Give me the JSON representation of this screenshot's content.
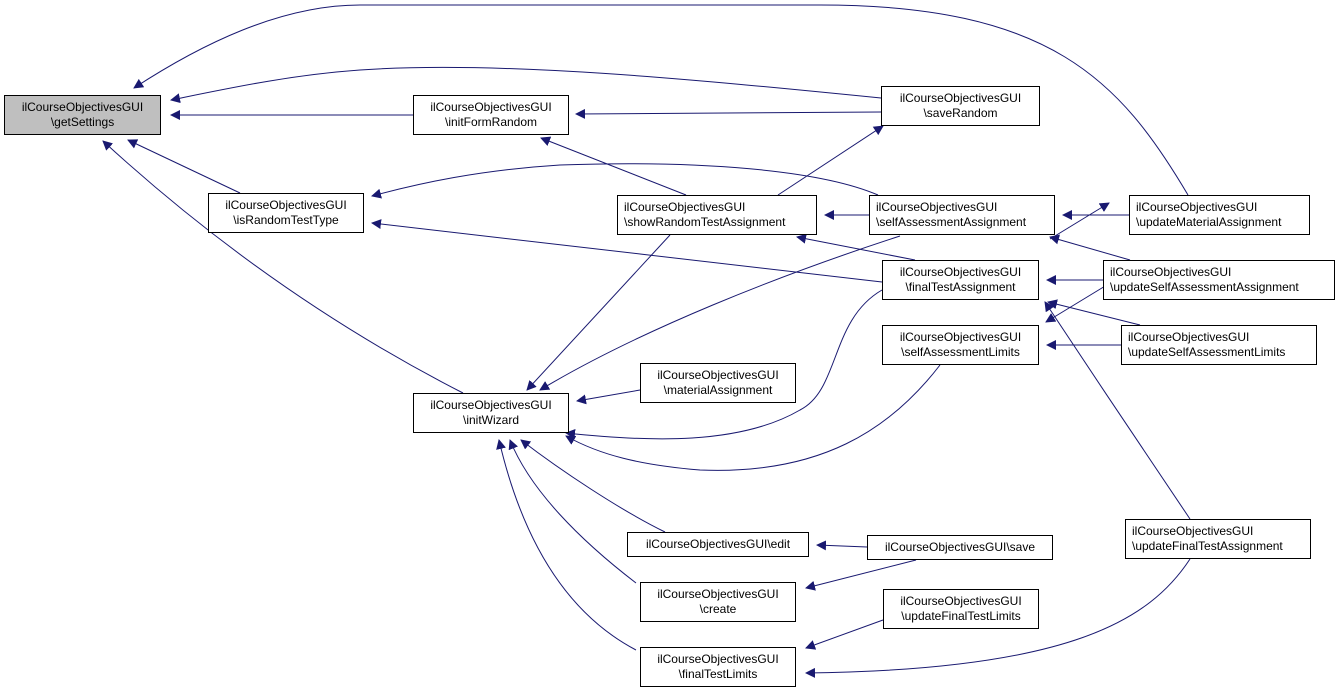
{
  "graph": {
    "title": "Caller graph of ilCourseObjectivesGUI::getSettings",
    "edge_color": "#191970",
    "root_fill": "#bfbfbf",
    "node_fill": "#ffffff",
    "nodes": {
      "getSettings": {
        "line1": "ilCourseObjectivesGUI",
        "line2": "\\getSettings"
      },
      "initFormRandom": {
        "line1": "ilCourseObjectivesGUI",
        "line2": "\\initFormRandom"
      },
      "saveRandom": {
        "line1": "ilCourseObjectivesGUI",
        "line2": "\\saveRandom"
      },
      "isRandomTestType": {
        "line1": "ilCourseObjectivesGUI",
        "line2": "\\isRandomTestType"
      },
      "showRandomTestAssignment": {
        "line1": "ilCourseObjectivesGUI",
        "line2": "\\showRandomTestAssignment"
      },
      "selfAssessmentAssignment": {
        "line1": "ilCourseObjectivesGUI",
        "line2": "\\selfAssessmentAssignment"
      },
      "updateMaterialAssignment": {
        "line1": "ilCourseObjectivesGUI",
        "line2": "\\updateMaterialAssignment"
      },
      "finalTestAssignment": {
        "line1": "ilCourseObjectivesGUI",
        "line2": "\\finalTestAssignment"
      },
      "updateSelfAssessmentAssignment": {
        "line1": "ilCourseObjectivesGUI",
        "line2": "\\updateSelfAssessmentAssignment"
      },
      "selfAssessmentLimits": {
        "line1": "ilCourseObjectivesGUI",
        "line2": "\\selfAssessmentLimits"
      },
      "updateSelfAssessmentLimits": {
        "line1": "ilCourseObjectivesGUI",
        "line2": "\\updateSelfAssessmentLimits"
      },
      "initWizard": {
        "line1": "ilCourseObjectivesGUI",
        "line2": "\\initWizard"
      },
      "materialAssignment": {
        "line1": "ilCourseObjectivesGUI",
        "line2": "\\materialAssignment"
      },
      "edit": {
        "line1": "ilCourseObjectivesGUI\\edit"
      },
      "save": {
        "line1": "ilCourseObjectivesGUI\\save"
      },
      "create": {
        "line1": "ilCourseObjectivesGUI",
        "line2": "\\create"
      },
      "updateFinalTestAssignment": {
        "line1": "ilCourseObjectivesGUI",
        "line2": "\\updateFinalTestAssignment"
      },
      "updateFinalTestLimits": {
        "line1": "ilCourseObjectivesGUI",
        "line2": "\\updateFinalTestLimits"
      },
      "finalTestLimits": {
        "line1": "ilCourseObjectivesGUI",
        "line2": "\\finalTestLimits"
      }
    },
    "edges": [
      {
        "from": "updateMaterialAssignment",
        "to": "getSettings"
      },
      {
        "from": "saveRandom",
        "to": "getSettings"
      },
      {
        "from": "initFormRandom",
        "to": "getSettings"
      },
      {
        "from": "isRandomTestType",
        "to": "getSettings"
      },
      {
        "from": "initWizard",
        "to": "getSettings"
      },
      {
        "from": "saveRandom",
        "to": "initFormRandom"
      },
      {
        "from": "showRandomTestAssignment",
        "to": "initFormRandom"
      },
      {
        "from": "selfAssessmentAssignment",
        "to": "isRandomTestType"
      },
      {
        "from": "finalTestAssignment",
        "to": "isRandomTestType"
      },
      {
        "from": "initWizard",
        "to": "isRandomTestType"
      },
      {
        "from": "saveRandom",
        "to": "showRandomTestAssignment"
      },
      {
        "from": "selfAssessmentAssignment",
        "to": "showRandomTestAssignment"
      },
      {
        "from": "finalTestAssignment",
        "to": "showRandomTestAssignment"
      },
      {
        "from": "updateMaterialAssignment",
        "to": "selfAssessmentAssignment"
      },
      {
        "from": "updateSelfAssessmentAssignment",
        "to": "selfAssessmentAssignment"
      },
      {
        "from": "updateMaterialAssignment",
        "to": "finalTestAssignment"
      },
      {
        "from": "updateSelfAssessmentAssignment",
        "to": "finalTestAssignment"
      },
      {
        "from": "updateSelfAssessmentLimits",
        "to": "finalTestAssignment"
      },
      {
        "from": "updateFinalTestAssignment",
        "to": "finalTestAssignment"
      },
      {
        "from": "updateSelfAssessmentAssignment",
        "to": "selfAssessmentLimits"
      },
      {
        "from": "updateSelfAssessmentLimits",
        "to": "selfAssessmentLimits"
      },
      {
        "from": "showRandomTestAssignment",
        "to": "initWizard"
      },
      {
        "from": "selfAssessmentAssignment",
        "to": "initWizard"
      },
      {
        "from": "materialAssignment",
        "to": "initWizard"
      },
      {
        "from": "finalTestAssignment",
        "to": "initWizard"
      },
      {
        "from": "selfAssessmentLimits",
        "to": "initWizard"
      },
      {
        "from": "edit",
        "to": "initWizard"
      },
      {
        "from": "create",
        "to": "initWizard"
      },
      {
        "from": "finalTestLimits",
        "to": "initWizard"
      },
      {
        "from": "save",
        "to": "edit"
      },
      {
        "from": "save",
        "to": "create"
      },
      {
        "from": "updateFinalTestLimits",
        "to": "finalTestLimits"
      },
      {
        "from": "updateFinalTestAssignment",
        "to": "finalTestLimits"
      }
    ]
  }
}
